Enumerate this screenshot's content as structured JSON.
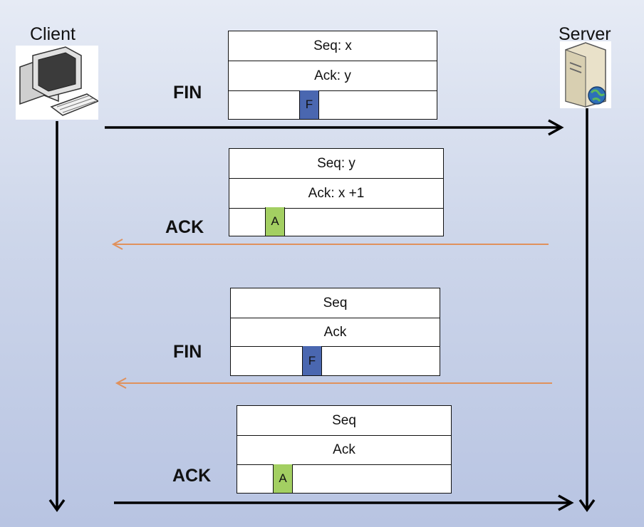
{
  "endpoints": {
    "client": "Client",
    "server": "Server"
  },
  "segments": [
    {
      "label": "FIN",
      "seq": "Seq: x",
      "ack": "Ack: y",
      "flag": "F",
      "direction": "client-to-server",
      "arrow_color": "#000000"
    },
    {
      "label": "ACK",
      "seq": "Seq: y",
      "ack": "Ack: x +1",
      "flag": "A",
      "direction": "server-to-client",
      "arrow_color": "#e0915c"
    },
    {
      "label": "FIN",
      "seq": "Seq",
      "ack": "Ack",
      "flag": "F",
      "direction": "server-to-client",
      "arrow_color": "#e0915c"
    },
    {
      "label": "ACK",
      "seq": "Seq",
      "ack": "Ack",
      "flag": "A",
      "direction": "client-to-server",
      "arrow_color": "#000000"
    }
  ],
  "colors": {
    "fin_flag": "#4a67b0",
    "ack_flag": "#a3cf62",
    "response_arrow": "#e0915c"
  },
  "icons": {
    "client": "desktop-computer-icon",
    "server": "server-tower-icon"
  }
}
